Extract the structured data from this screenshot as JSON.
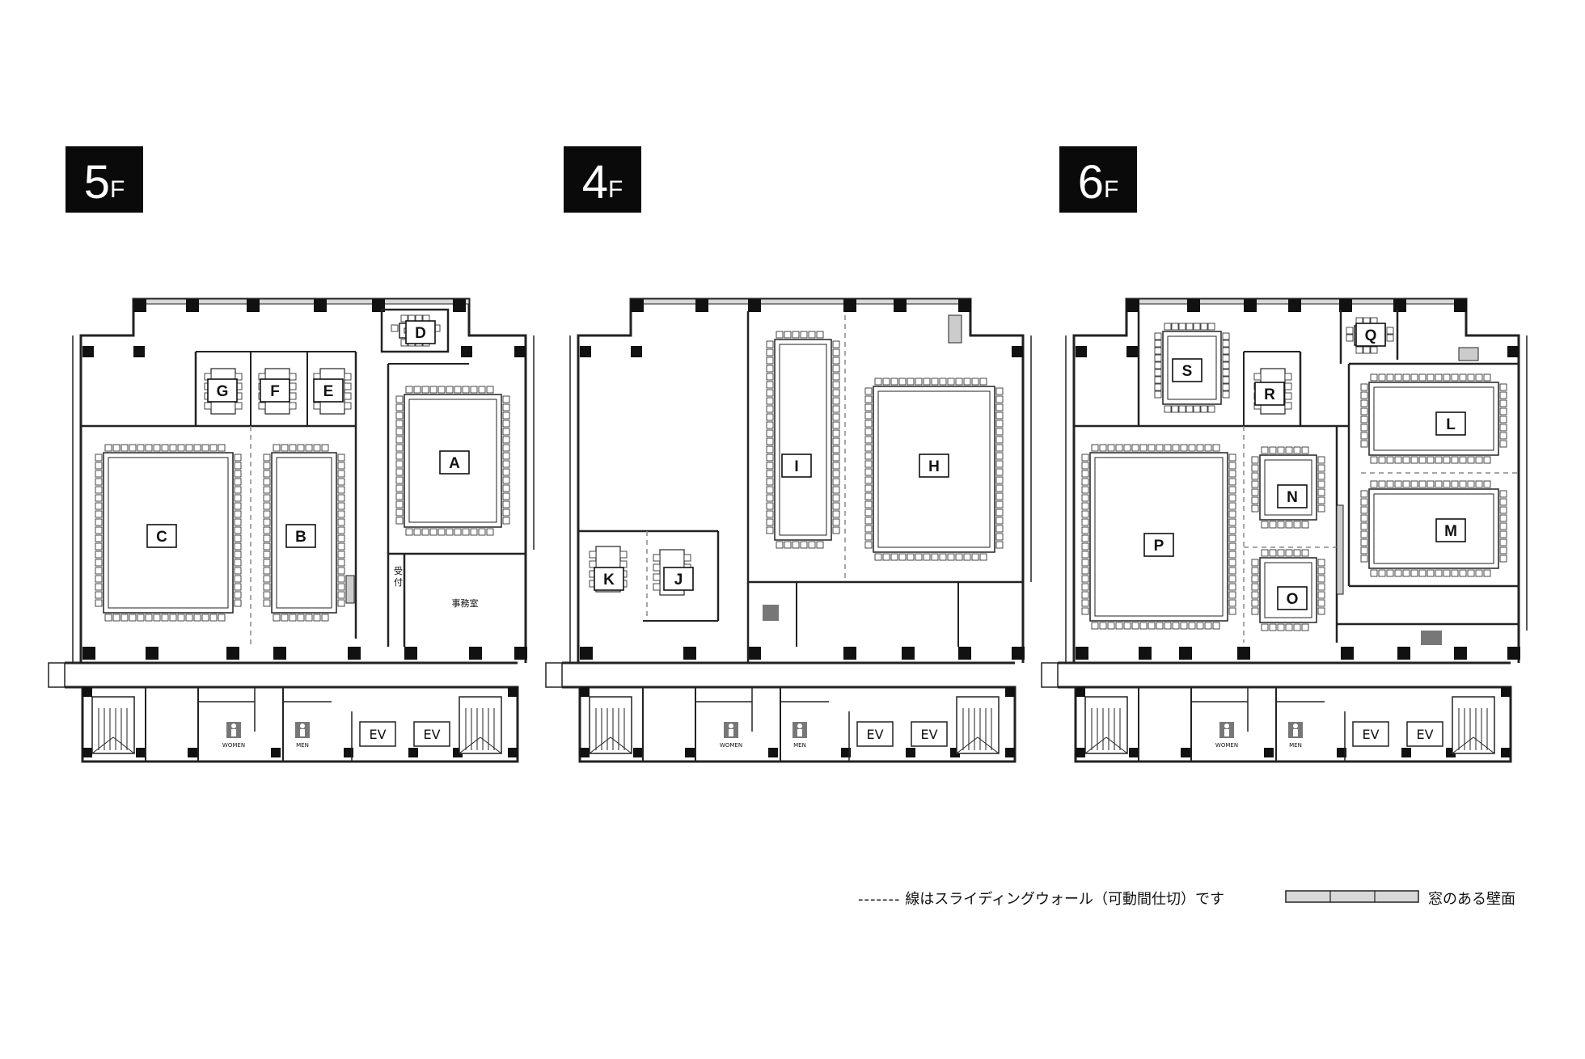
{
  "floors": [
    {
      "id": "5F",
      "badge": {
        "num": "5",
        "suffix": "F"
      },
      "rooms": [
        "A",
        "B",
        "C",
        "D",
        "E",
        "F",
        "G"
      ],
      "labels": {
        "reception": "受付",
        "office": "事務室"
      }
    },
    {
      "id": "4F",
      "badge": {
        "num": "4",
        "suffix": "F"
      },
      "rooms": [
        "H",
        "I",
        "J",
        "K"
      ]
    },
    {
      "id": "6F",
      "badge": {
        "num": "6",
        "suffix": "F"
      },
      "rooms": [
        "L",
        "M",
        "N",
        "O",
        "P",
        "Q",
        "R",
        "S"
      ]
    }
  ],
  "facilities": {
    "women": "WOMEN",
    "men": "MEN",
    "elevator": "EV"
  },
  "legend": {
    "dashed_line": "-------",
    "sliding_wall": "線はスライディングウォール（可動間仕切）です",
    "window_wall": "窓のある壁面"
  }
}
